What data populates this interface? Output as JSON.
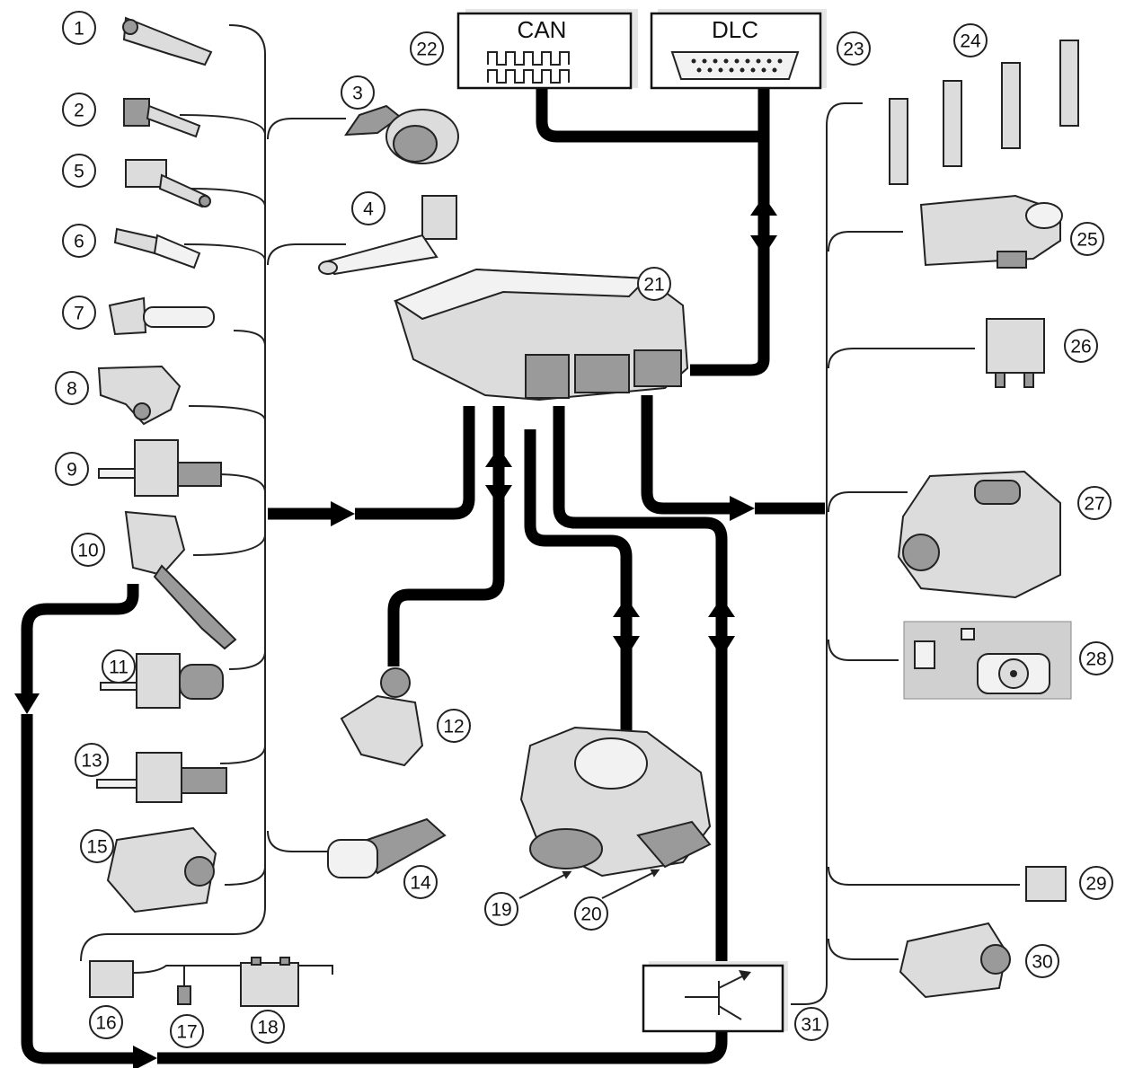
{
  "boxes": {
    "can": "CAN",
    "dlc": "DLC"
  },
  "callouts": [
    "1",
    "2",
    "3",
    "4",
    "5",
    "6",
    "7",
    "8",
    "9",
    "10",
    "11",
    "12",
    "13",
    "14",
    "15",
    "16",
    "17",
    "18",
    "19",
    "20",
    "21",
    "22",
    "23",
    "24",
    "25",
    "26",
    "27",
    "28",
    "29",
    "30",
    "31"
  ]
}
